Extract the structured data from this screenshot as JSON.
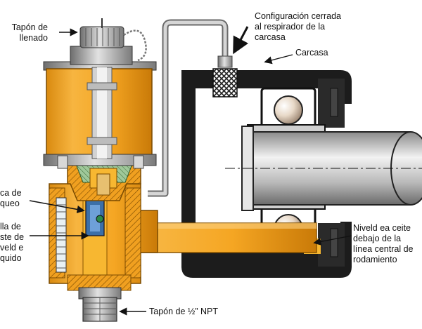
{
  "labels": {
    "fill_plug": [
      "Tapón de",
      "llenado"
    ],
    "closed_config": [
      "Configuración cerrada",
      "al respirador de la",
      "carcasa"
    ],
    "housing": "Carcasa",
    "lock_nut": [
      "ca de",
      "queo"
    ],
    "adjust_screw": [
      "lla de",
      "ste de",
      "veld e",
      "quido"
    ],
    "oil_level": [
      "Niveld ea ceite",
      "debajo de la",
      "línea central de",
      "rodamiento"
    ],
    "npt_plug": "Tapón de ½” NPT"
  },
  "colors": {
    "reservoir_orange": "#f5a623",
    "body_orange": "#f0a020",
    "housing_black": "#1c1c1c",
    "metal_gray": "#9a9a9a",
    "oil_yellow": "#f7b731"
  }
}
